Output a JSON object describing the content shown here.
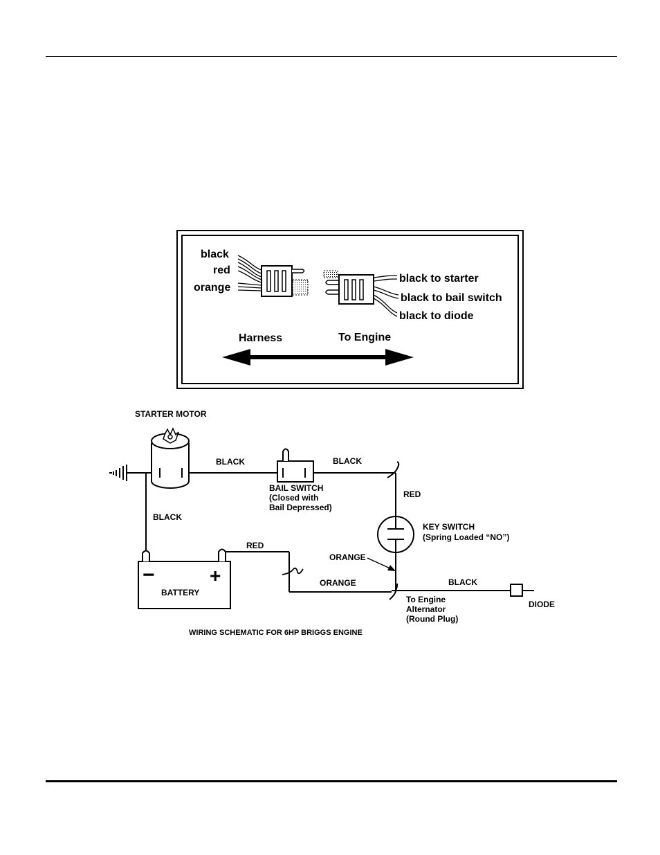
{
  "connector_box": {
    "harness_wires": [
      "black",
      "red",
      "orange"
    ],
    "engine_wires": [
      "black to starter",
      "black to bail switch",
      "black to diode"
    ],
    "harness_label": "Harness",
    "engine_label": "To Engine"
  },
  "schematic": {
    "starter_motor": "STARTER MOTOR",
    "wire_black_starter_bail": "BLACK",
    "wire_black_bail_junction": "BLACK",
    "bail_switch_line1": "BAIL SWITCH",
    "bail_switch_line2": "(Closed with",
    "bail_switch_line3": "Bail Depressed)",
    "wire_red_key": "RED",
    "key_switch_line1": "KEY SWITCH",
    "key_switch_line2": "(Spring Loaded “NO”)",
    "wire_black_ground_battery": "BLACK",
    "wire_red_battery": "RED",
    "orange_pointer": "ORANGE",
    "wire_orange_bottom": "ORANGE",
    "wire_black_diode": "BLACK",
    "battery": "BATTERY",
    "battery_minus": "−",
    "battery_plus": "+",
    "alternator_line1": "To Engine",
    "alternator_line2": "Alternator",
    "alternator_line3": "(Round Plug)",
    "diode": "DIODE",
    "caption": "WIRING SCHEMATIC FOR 6HP BRIGGS ENGINE"
  }
}
